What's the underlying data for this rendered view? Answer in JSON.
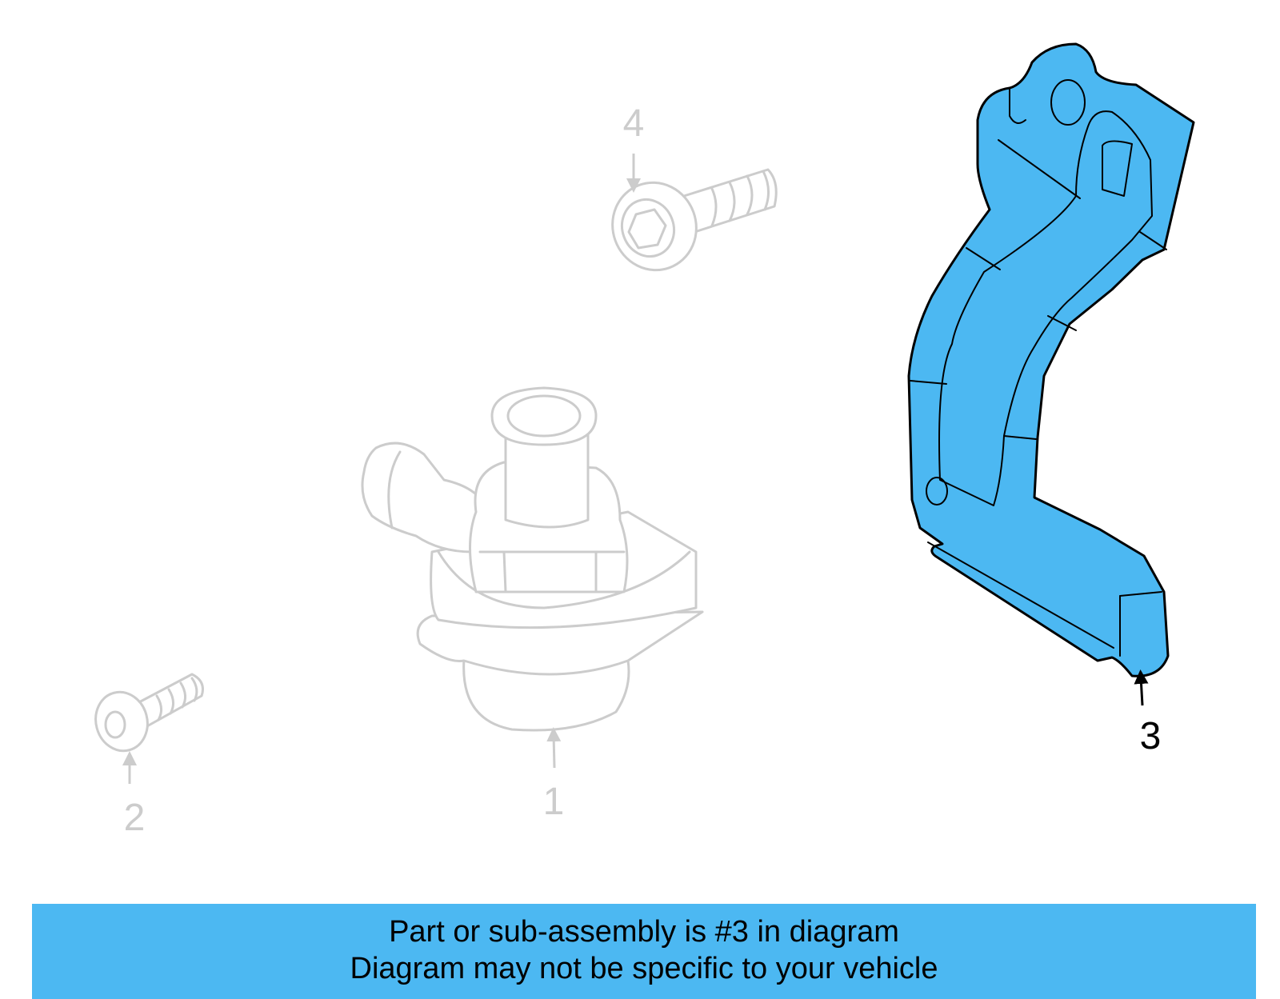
{
  "callouts": {
    "pump": "1",
    "small_bolt": "2",
    "bracket": "3",
    "hex_bolt": "4"
  },
  "banner": {
    "line1": "Part or sub-assembly is #3 in diagram",
    "line2": "Diagram may not be specific to your vehicle"
  },
  "colors": {
    "highlight": "#4cb8f2",
    "ghost": "#cccccc",
    "outline": "#000000"
  }
}
